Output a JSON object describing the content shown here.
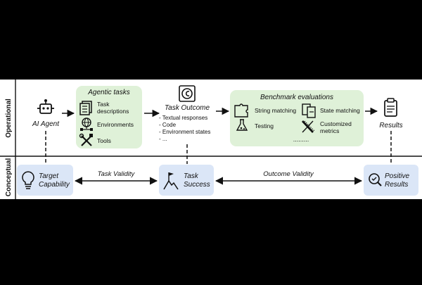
{
  "rows": {
    "operational": "Operational",
    "conceptual": "Conceptual"
  },
  "ai_agent": {
    "label": "AI Agent",
    "icon": "robot-icon"
  },
  "agentic_tasks": {
    "title": "Agentic tasks",
    "items": [
      {
        "label_line1": "Task",
        "label_line2": "descriptions",
        "icon": "document-list-icon"
      },
      {
        "label_line1": "Environments",
        "label_line2": "",
        "icon": "globe-network-icon"
      },
      {
        "label_line1": "Tools",
        "label_line2": "",
        "icon": "tools-icon"
      }
    ]
  },
  "task_outcome": {
    "title": "Task Outcome",
    "icon": "copyright-badge-icon",
    "bullets": [
      "- Textual responses",
      "- Code",
      "- Environment states",
      "- ..."
    ]
  },
  "benchmark_evaluations": {
    "title": "Benchmark evaluations",
    "items": [
      {
        "label_line1": "String matching",
        "label_line2": "",
        "icon": "puzzle-icon"
      },
      {
        "label_line1": "State matching",
        "label_line2": "",
        "icon": "state-compare-icon"
      },
      {
        "label_line1": "Testing",
        "label_line2": "",
        "icon": "flask-icon"
      },
      {
        "label_line1": "Customized",
        "label_line2": "metrics",
        "icon": "pencil-ruler-icon"
      }
    ],
    "more": "........."
  },
  "results": {
    "label": "Results",
    "icon": "clipboard-icon"
  },
  "target_capability": {
    "line1": "Target",
    "line2": "Capability",
    "icon": "lightbulb-icon"
  },
  "task_success": {
    "line1": "Task",
    "line2": "Success",
    "icon": "mountain-flag-icon"
  },
  "positive_results": {
    "line1": "Positive",
    "line2": "Results",
    "icon": "search-check-icon"
  },
  "edges": {
    "task_validity": "Task Validity",
    "outcome_validity": "Outcome Validity"
  },
  "colors": {
    "green_fill": "#dff1d8",
    "blue_fill": "#dbe6f7",
    "text": "#111111",
    "background": "#ffffff",
    "frame": "#000000"
  }
}
